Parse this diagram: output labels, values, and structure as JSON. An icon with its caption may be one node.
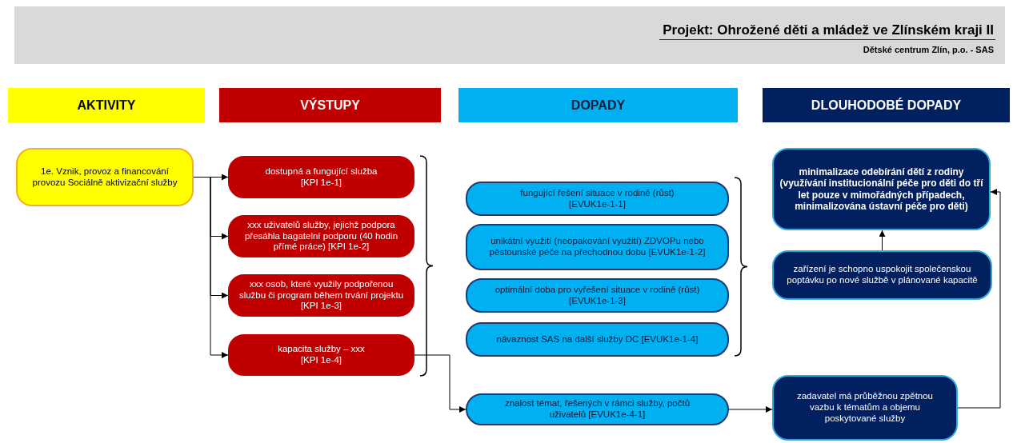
{
  "diagram": {
    "title": "Projekt: Ohrožené děti a mládež ve Zlínském kraji II",
    "nodes": [
      {
        "text": [
          "AKTIVITY"
        ]
      },
      {
        "text": [
          "VÝSTUPY"
        ]
      },
      {
        "text": [
          "DOPADY"
        ]
      },
      {
        "text": [
          "DLOUHODOBÉ DOPADY"
        ]
      },
      {
        "text": [
          "1e. Vznik, provoz a financování provozu Sociálně aktivizační služby"
        ]
      },
      {
        "text": [
          "dostupná a fungující služba [KPI 1e-1]"
        ]
      },
      {
        "text": [
          "xxx uživatelů služby, jejichž podpora přesáhla bagatelní podporu (40 hodin přímé práce) [KPI 1e-2]"
        ]
      },
      {
        "text": [
          "xxx osob, které využily podpořenou službu či program během trvání projektu [KPI 1e-3]"
        ]
      },
      {
        "text": [
          "kapacita služby – xxx [KPI 1e-4]"
        ]
      },
      {
        "text": [
          "fungující řešení situace v rodině (růst) [EVUK1e-1-1]"
        ]
      },
      {
        "text": [
          "unikátní využití (neopakování využití) ZDVOPu nebo pěstounské péče na přechodnou dobu [EVUK1e-1-2]"
        ]
      },
      {
        "text": [
          "optimální doba pro vyřešení situace v rodině (růst) [EVUK1e-1-3]"
        ]
      },
      {
        "text": [
          "návaznost SAS na další služby DC [EVUK1e-1-4]"
        ]
      },
      {
        "text": [
          "znalost témat, řešených v rámci služby, počtů uživatelů [EVUK1e-4-1]"
        ]
      },
      {
        "text": [
          "minimalizace odebírání dětí z rodiny (využívání institucionální péče pro děti do tří let pouze v mimořádných případech, minimalizována ústavní péče pro děti)"
        ]
      },
      {
        "text": [
          "zařízení je schopno uspokojit společenskou poptávku po nové službě v plánované kapacitě"
        ]
      },
      {
        "text": [
          "zadavatel má průběžnou zpětnou vazbu k tématům a objemu poskytované služby"
        ]
      }
    ],
    "edges": [
      {
        "from": 4,
        "to": 5,
        "arrow": "to"
      },
      {
        "from": 4,
        "to": 6,
        "arrow": "to"
      },
      {
        "from": 4,
        "to": 7,
        "arrow": "to"
      },
      {
        "from": 4,
        "to": 8,
        "arrow": "to"
      },
      {
        "from": 8,
        "to": 13,
        "arrow": "to"
      },
      {
        "from": 13,
        "to": 16,
        "arrow": "to"
      },
      {
        "from": 16,
        "to": 14,
        "arrow": "to"
      },
      {
        "from": 15,
        "to": 14,
        "arrow": "to"
      }
    ],
    "labels": [
      "Dětské centrum Zlín, p.o. - SAS"
    ]
  }
}
